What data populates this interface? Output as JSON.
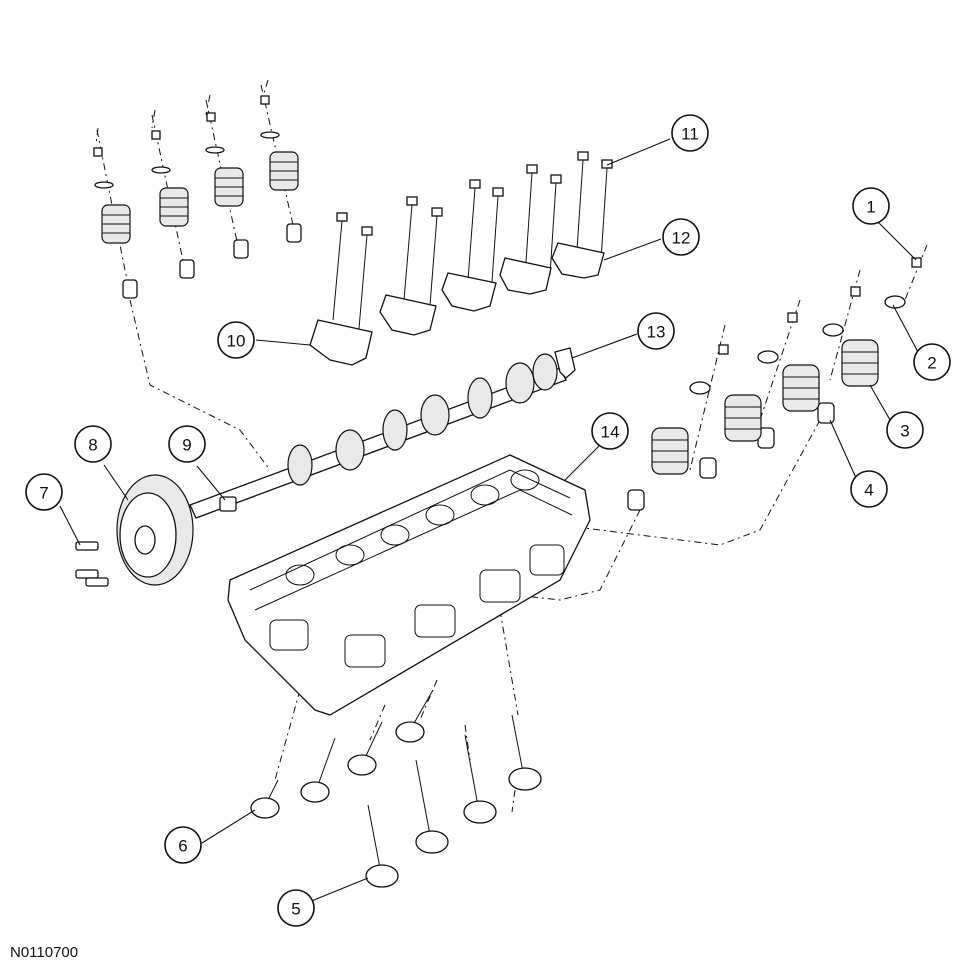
{
  "figure_id": "N0110700",
  "callouts": [
    {
      "label": "1"
    },
    {
      "label": "2"
    },
    {
      "label": "3"
    },
    {
      "label": "4"
    },
    {
      "label": "5"
    },
    {
      "label": "6"
    },
    {
      "label": "7"
    },
    {
      "label": "8"
    },
    {
      "label": "9"
    },
    {
      "label": "10"
    },
    {
      "label": "11"
    },
    {
      "label": "12"
    },
    {
      "label": "13"
    },
    {
      "label": "14"
    }
  ]
}
